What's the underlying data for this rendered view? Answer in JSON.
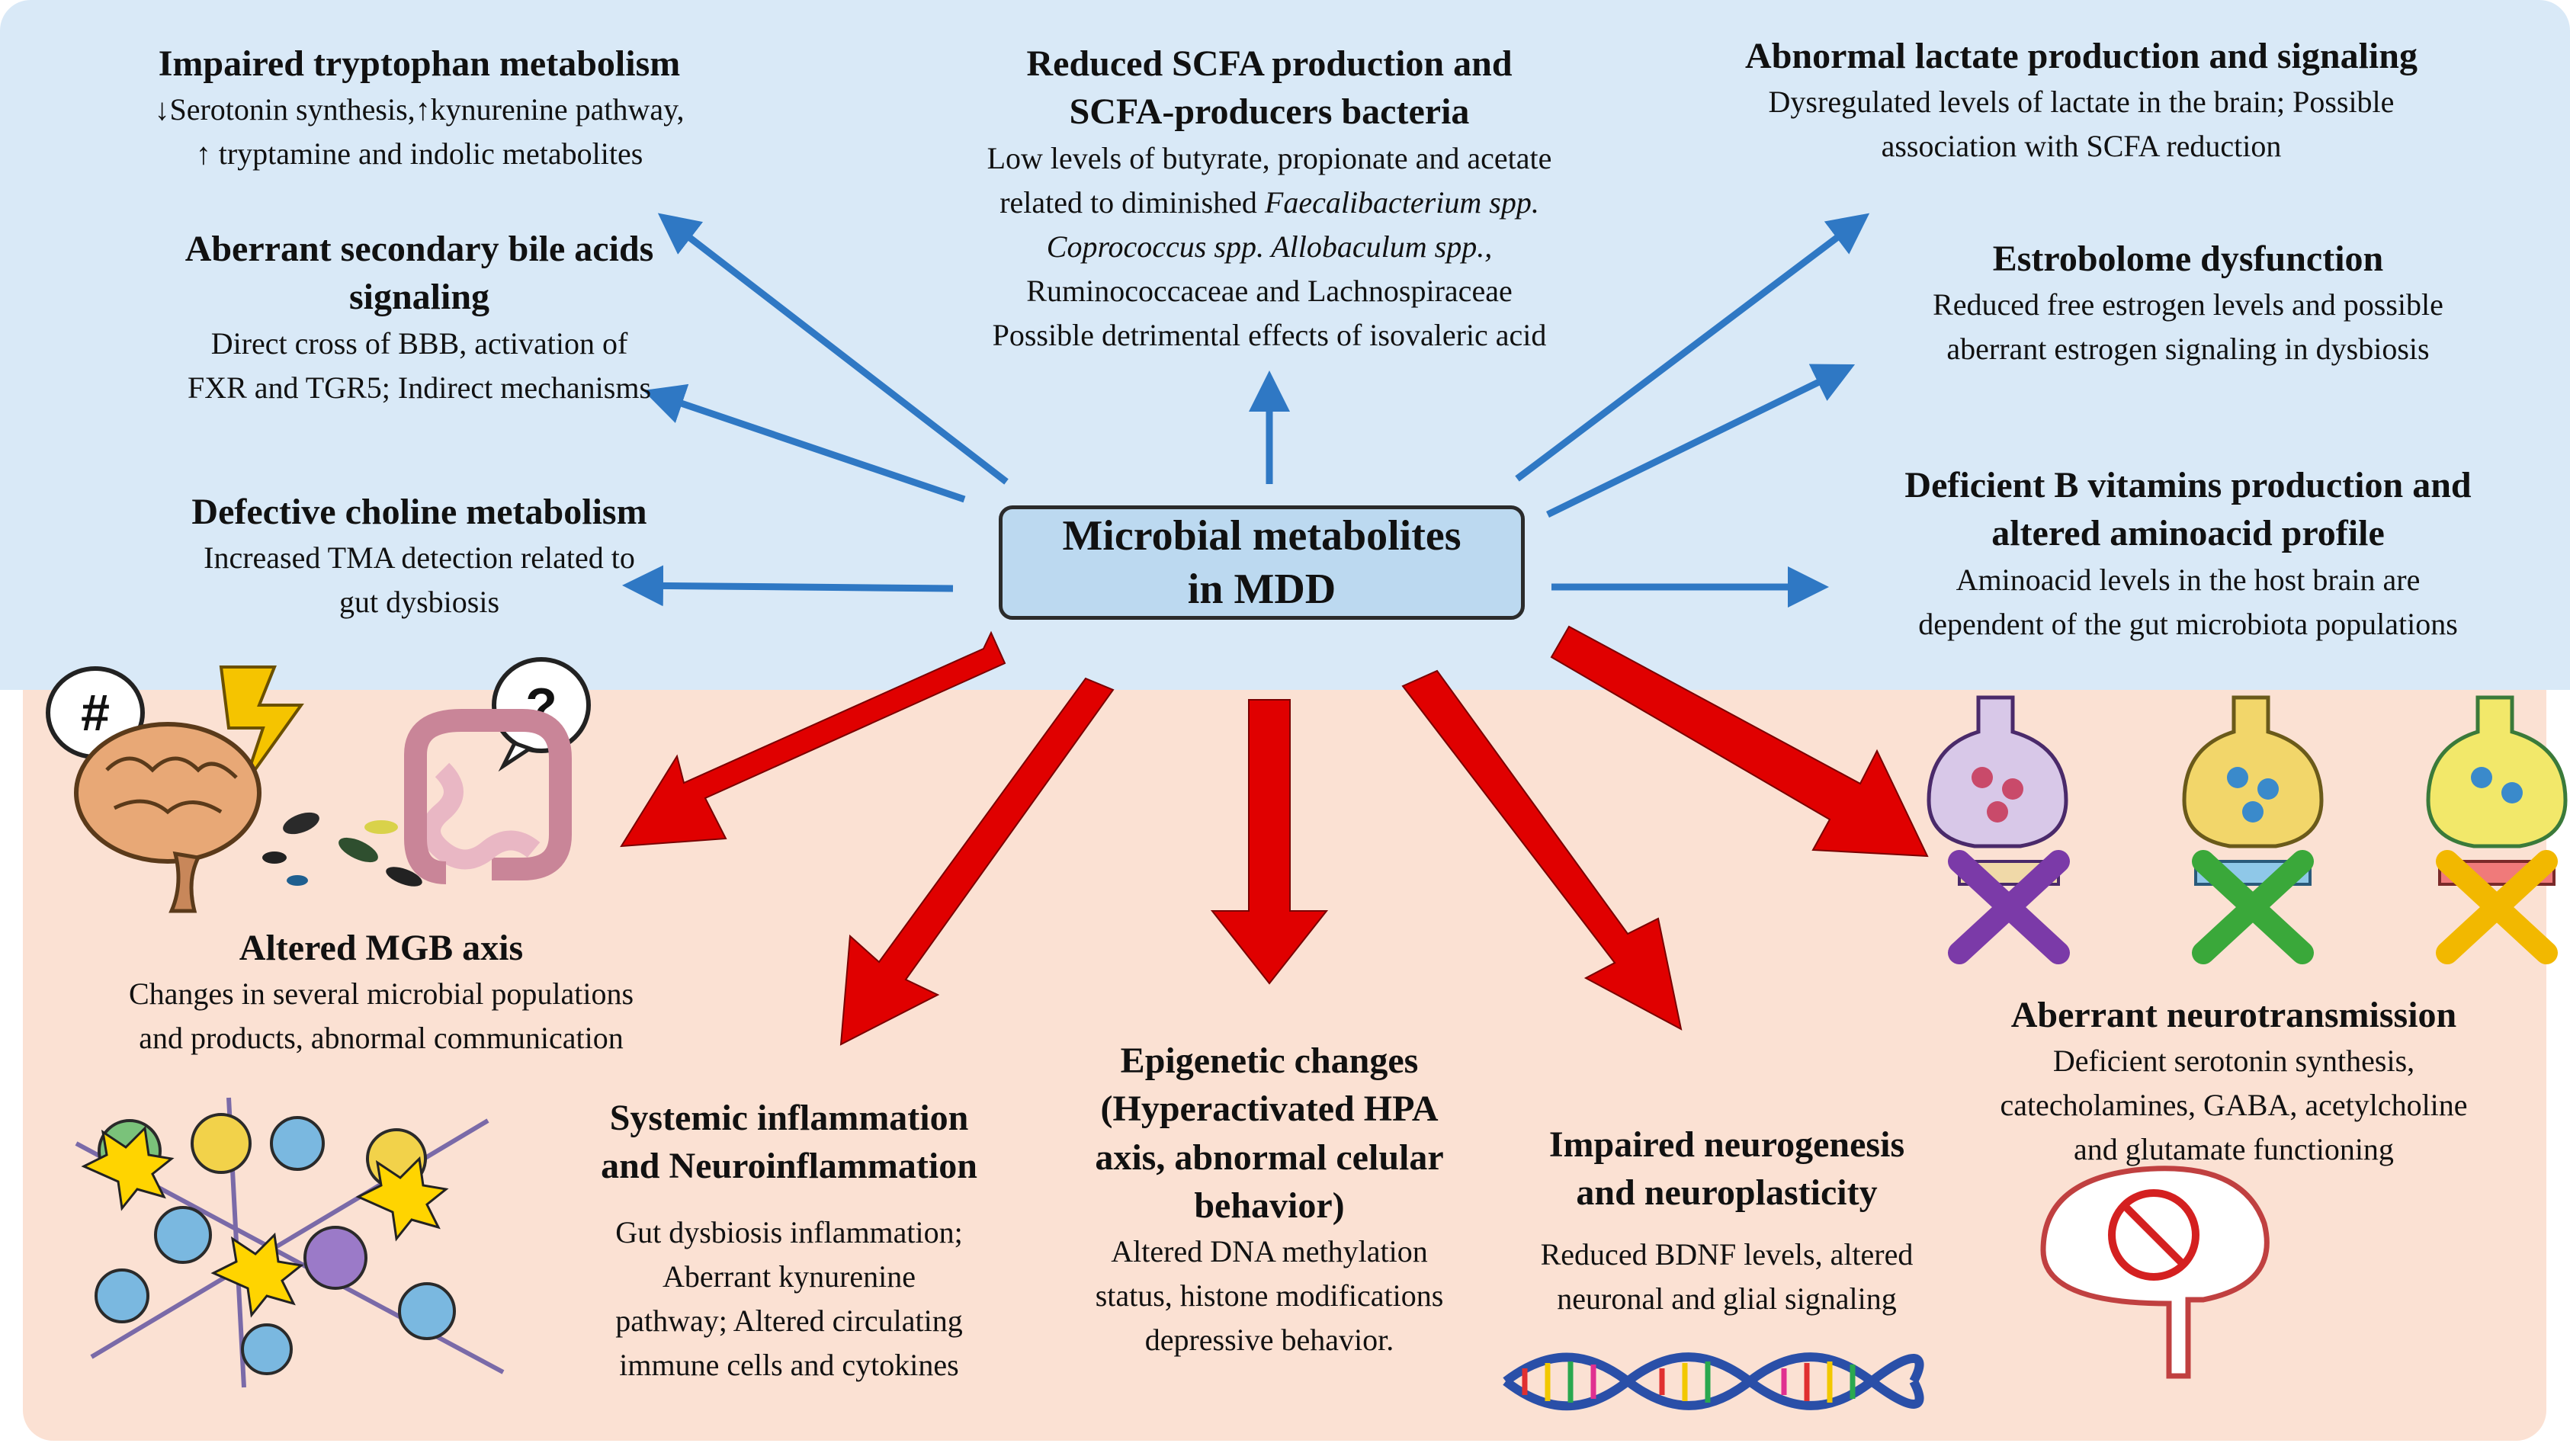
{
  "center": {
    "line1": "Microbial  metabolites",
    "line2": "in MDD"
  },
  "top": {
    "tryptophan": {
      "title": "Impaired tryptophan metabolism",
      "line1": "↓Serotonin synthesis,↑kynurenine pathway,",
      "line2": "↑ tryptamine and indolic metabolites"
    },
    "bile": {
      "title1": "Aberrant secondary bile acids",
      "title2": "signaling",
      "line1": "Direct cross of BBB,  activation of",
      "line2": "FXR and TGR5;  Indirect mechanisms"
    },
    "choline": {
      "title": "Defective choline metabolism",
      "line1": "Increased TMA detection related to",
      "line2": "gut dysbiosis"
    },
    "scfa": {
      "title1": "Reduced SCFA production and",
      "title2": "SCFA-producers bacteria",
      "line1": "Low levels of butyrate, propionate and acetate",
      "line2a": "related to diminished ",
      "line2b": "Faecalibacterium spp.",
      "line3": "Coprococcus spp.  Allobaculum spp.,",
      "line4": "Ruminococcaceae and Lachnospiraceae",
      "line5": "Possible detrimental effects of isovaleric acid"
    },
    "lactate": {
      "title": "Abnormal lactate production and signaling",
      "line1": "Dysregulated levels of lactate in the brain; Possible",
      "line2": "association with SCFA reduction"
    },
    "estrobolome": {
      "title": "Estrobolome dysfunction",
      "line1": "Reduced free estrogen levels and possible",
      "line2": "aberrant estrogen signaling in dysbiosis"
    },
    "vitamins": {
      "title1": "Deficient B vitamins production and",
      "title2": "altered aminoacid profile",
      "line1": "Aminoacid levels in the host brain are",
      "line2": "dependent of the gut microbiota populations"
    }
  },
  "bottom": {
    "mgb": {
      "title": "Altered  MGB axis",
      "line1": "Changes in several microbial populations",
      "line2": "and products, abnormal communication"
    },
    "inflammation": {
      "title1": "Systemic inflammation",
      "title2": "and Neuroinflammation",
      "line1": "Gut dysbiosis inflammation;",
      "line2": "Aberrant kynurenine",
      "line3": "pathway; Altered circulating",
      "line4": "immune cells and cytokines"
    },
    "epigenetic": {
      "title1": "Epigenetic changes",
      "title2": "(Hyperactivated HPA",
      "title3": "axis, abnormal celular",
      "title4": "behavior)",
      "line1": "Altered DNA methylation",
      "line2": "status, histone modifications",
      "line3": "depressive behavior."
    },
    "neurogenesis": {
      "title1": "Impaired neurogenesis",
      "title2": "and neuroplasticity",
      "line1": "Reduced BDNF levels, altered",
      "line2": "neuronal and glial signaling"
    },
    "neurotransmission": {
      "title": "Aberrant neurotransmission",
      "line1": "Deficient serotonin synthesis,",
      "line2": "catecholamines, GABA, acetylcholine",
      "line3": "and glutamate  functioning"
    }
  },
  "icons": {
    "hash_symbol": "#",
    "question_symbol": "?"
  },
  "colors": {
    "top_panel": "#d9e9f7",
    "bottom_panel": "#fbe1d3",
    "center_box": "#bcd9f0",
    "blue_arrow": "#2f78c4",
    "red_arrow": "#e00000"
  }
}
